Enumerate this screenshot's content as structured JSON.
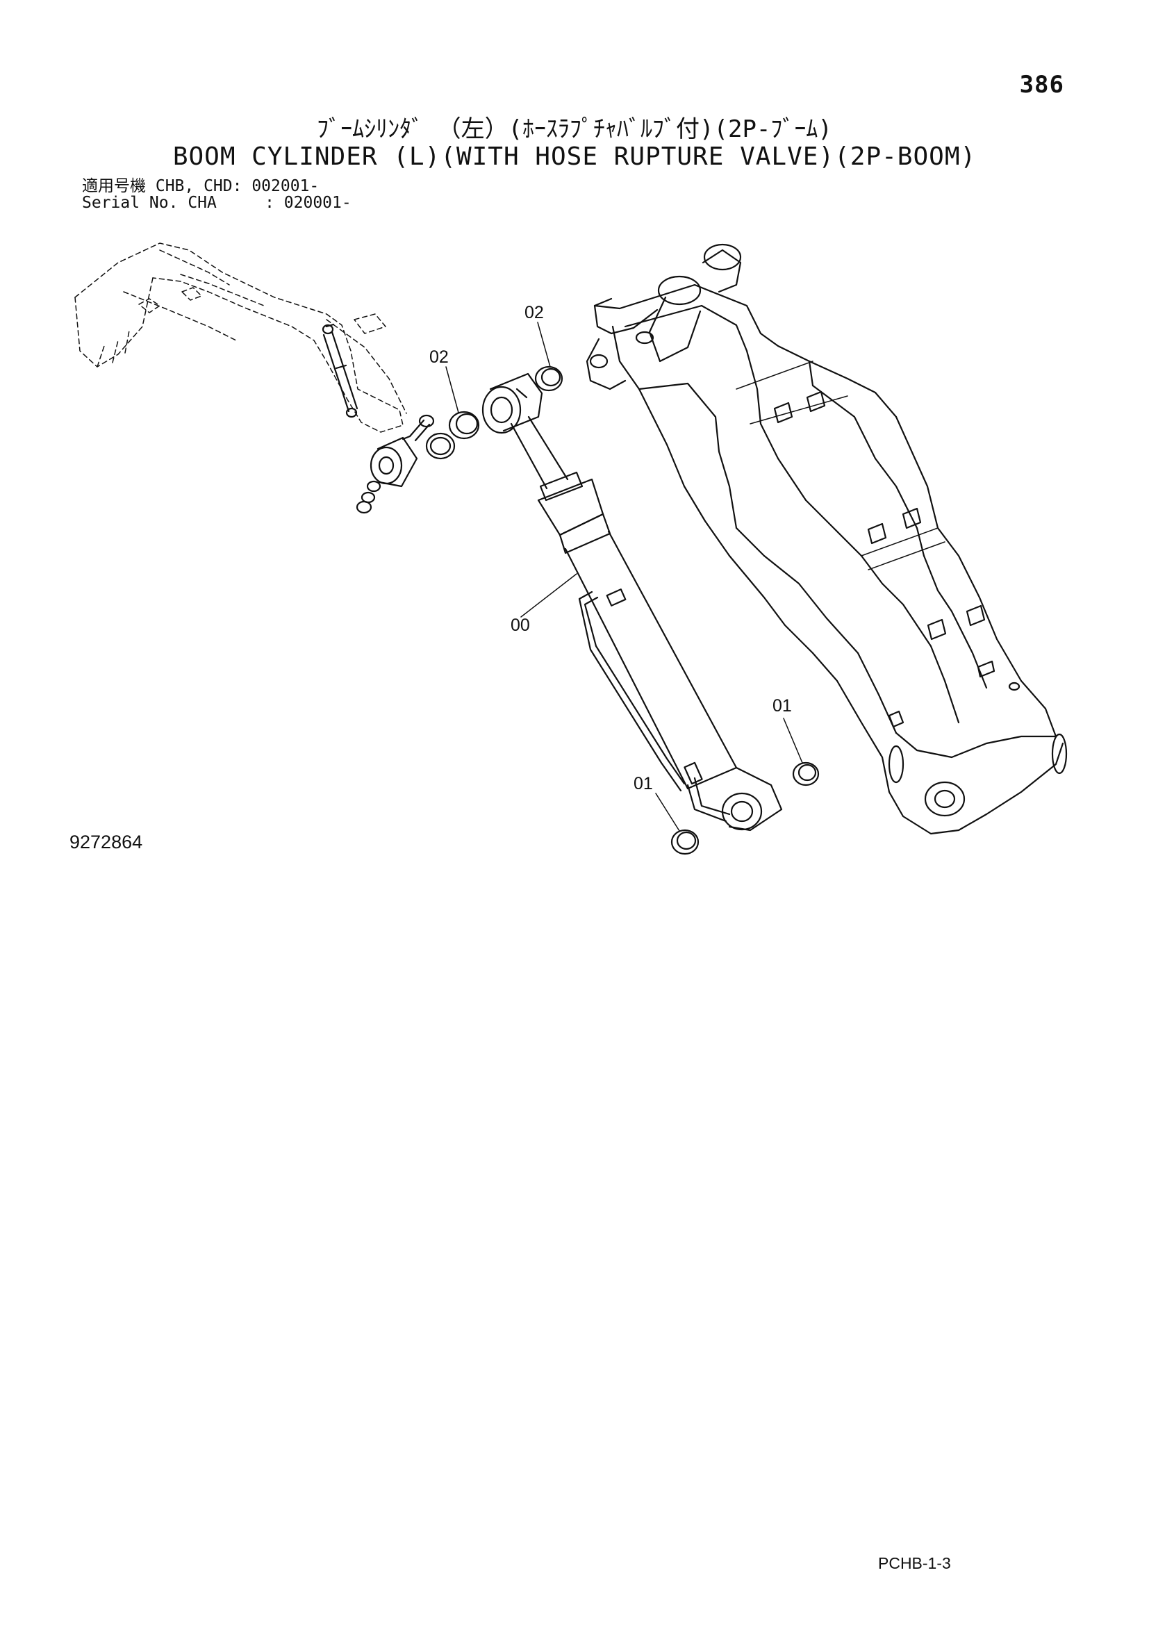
{
  "page_number": "386",
  "title_jp": "ﾌﾞｰﾑｼﾘﾝﾀﾞ （左）(ﾎｰｽﾗﾌﾟﾁｬﾊﾞﾙﾌﾞ付)(2P-ﾌﾞｰﾑ)",
  "title_en": "BOOM CYLINDER (L)(WITH HOSE RUPTURE VALVE)(2P-BOOM)",
  "serial": {
    "line1": "適用号機 CHB, CHD: 002001-",
    "line2": "Serial No. CHA     : 020001-"
  },
  "callouts": {
    "c02_top": "02",
    "c02_left": "02",
    "c00": "00",
    "c01_right": "01",
    "c01_left": "01"
  },
  "figure_id": "9272864",
  "page_code": "PCHB-1-3"
}
